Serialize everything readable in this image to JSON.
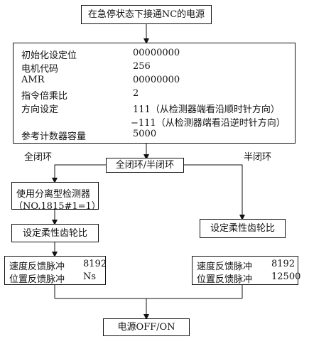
{
  "start_box": "在急停状态下接通NC的电源",
  "params": [
    {
      "label": "初始化设定位",
      "value": "00000000"
    },
    {
      "label": "电机代码",
      "value": "256"
    },
    {
      "label": "AMR",
      "value": "00000000"
    },
    {
      "label": "指令倍乘比",
      "value": "2"
    },
    {
      "label": "方向设定",
      "value": "111（从检测器端看沿顺时针方向）"
    },
    {
      "label": "",
      "value": "−111（从检测器端看沿逆时针方向）"
    },
    {
      "label": "参考计数器容量",
      "value": "5000"
    }
  ],
  "branch_box": "全闭环/半闭环",
  "label_full": "全闭环",
  "label_half": "半闭环",
  "sep_detector_line1": "使用分离型检测器",
  "sep_detector_line2": "（NO.1815#1=1）",
  "gear_left": "设定柔性齿轮比",
  "gear_right": "设定柔性齿轮比",
  "left_result": [
    {
      "label": "速度反馈脉冲",
      "value": "8192"
    },
    {
      "label": "位置反馈脉冲",
      "value": "Ns"
    }
  ],
  "right_result": [
    {
      "label": "速度反馈脉冲",
      "value": "8192"
    },
    {
      "label": "位置反馈脉冲",
      "value": "12500"
    }
  ],
  "end_box": "电源OFF/ON"
}
